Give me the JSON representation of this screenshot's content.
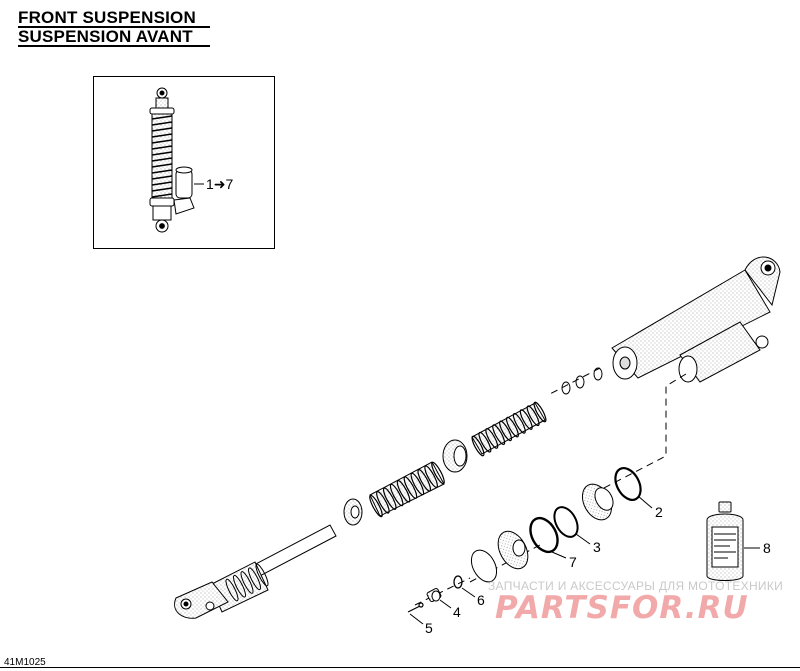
{
  "titles": {
    "english": "FRONT SUSPENSION",
    "french": "SUSPENSION AVANT"
  },
  "inset_callout": "1➜7",
  "callouts": [
    "2",
    "3",
    "4",
    "5",
    "6",
    "7",
    "8"
  ],
  "diagram_code": "41M1025",
  "watermark": {
    "text": "ЗАПЧАСТИ И АКСЕССУАРЫ ДЛЯ МОТОТЕХНИКИ",
    "logo": "PARTSFOR.RU"
  },
  "colors": {
    "line": "#000000",
    "fill": "#ffffff",
    "watermark_logo": "#f1a9a9",
    "watermark_text": "#c9c9c9"
  }
}
